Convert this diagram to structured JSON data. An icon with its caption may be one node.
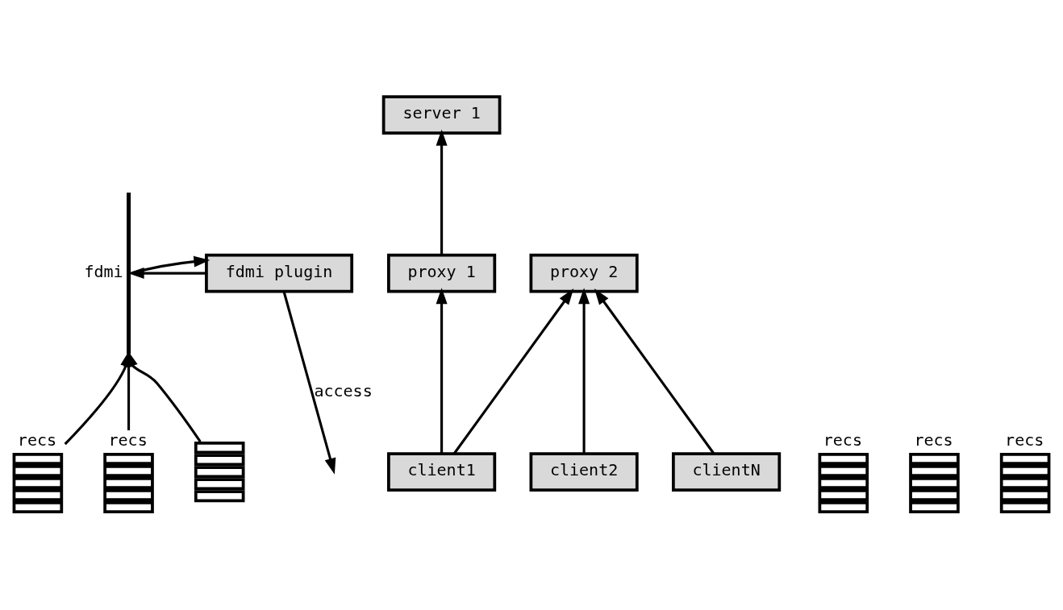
{
  "diagram": {
    "nodes": [
      {
        "text": [
          "recs"
        ]
      },
      {
        "text": [
          "server 1"
        ]
      },
      {
        "text": [
          "fdmi"
        ]
      },
      {
        "text": [
          "fdmi plugin"
        ]
      },
      {
        "text": [
          "recs"
        ]
      },
      {
        "text": [],
        "shape": "stack"
      },
      {
        "text": [
          "proxy 1"
        ]
      },
      {
        "text": [
          "proxy 2"
        ]
      },
      {
        "text": [
          "recs"
        ]
      },
      {
        "text": [
          "client1"
        ]
      },
      {
        "text": [
          "recs"
        ]
      },
      {
        "text": [
          "client2"
        ]
      },
      {
        "text": [
          "recs"
        ]
      },
      {
        "text": [
          "clientN"
        ]
      }
    ],
    "edges": [
      {
        "from": 0,
        "to": 2,
        "arrow": "to"
      },
      {
        "from": 2,
        "to": 3,
        "arrow": "to"
      },
      {
        "from": 3,
        "to": 2,
        "arrow": "to"
      },
      {
        "from": 3,
        "to": null,
        "arrow": "to",
        "label": "access"
      },
      {
        "from": 4,
        "to": 2,
        "arrow": "to"
      },
      {
        "from": 5,
        "to": 2,
        "arrow": "to"
      },
      {
        "from": 6,
        "to": 1,
        "arrow": "to"
      },
      {
        "from": 9,
        "to": 6,
        "arrow": "to"
      },
      {
        "from": 9,
        "to": 7,
        "arrow": "to"
      },
      {
        "from": 11,
        "to": 7,
        "arrow": "to"
      },
      {
        "from": 13,
        "to": 7,
        "arrow": "to"
      }
    ]
  }
}
